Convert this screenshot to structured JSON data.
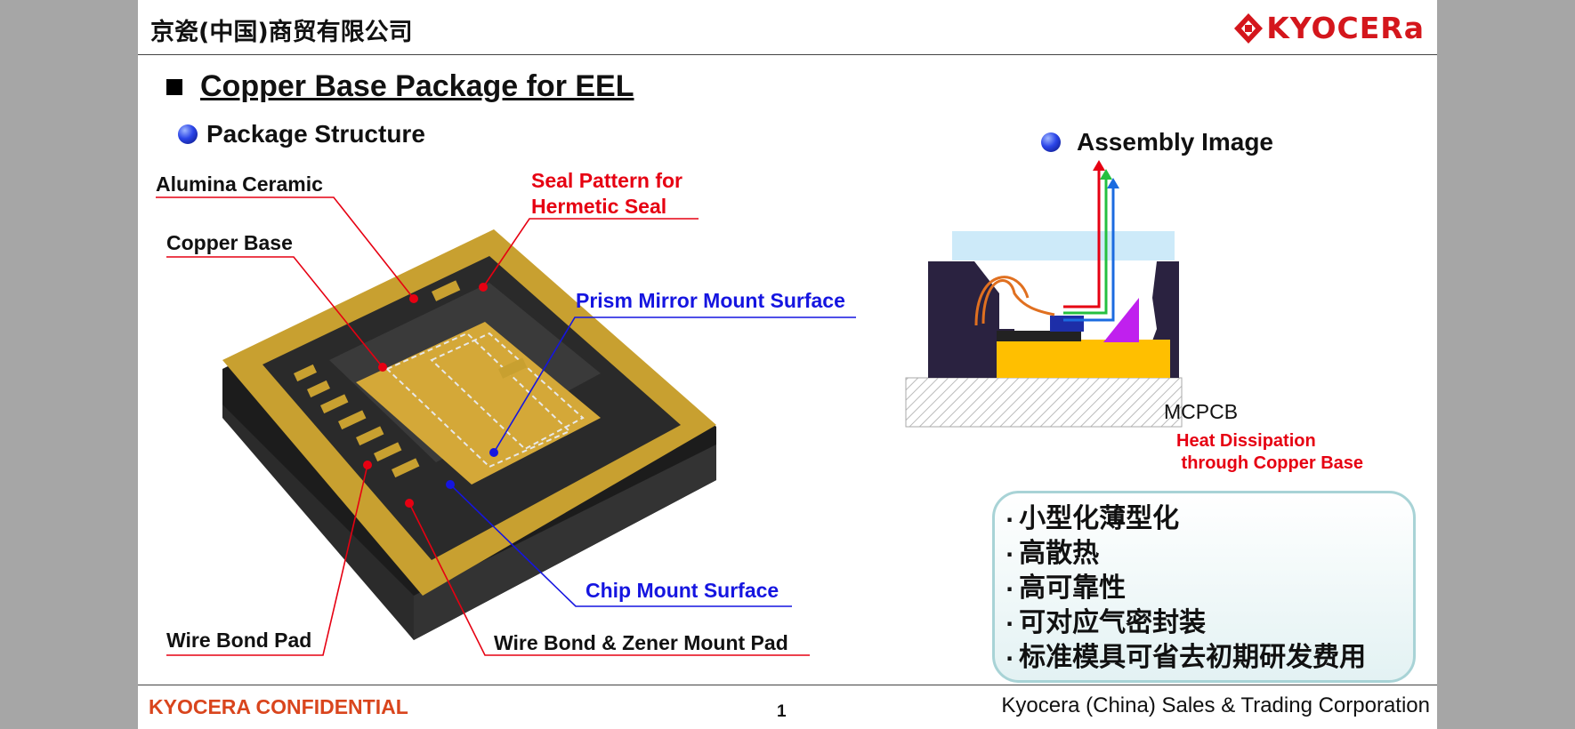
{
  "header": {
    "company_cn": "京瓷(中国)商贸有限公司",
    "logo_text": "KYOCERa"
  },
  "title": "Copper Base Package for EEL",
  "sections": {
    "structure": "Package Structure",
    "assembly": "Assembly Image"
  },
  "labels": {
    "alumina": "Alumina Ceramic",
    "copper_base": "Copper Base",
    "seal_line1": "Seal Pattern for",
    "seal_line2": "Hermetic Seal",
    "prism": "Prism Mirror Mount Surface",
    "chip": "Chip Mount Surface",
    "wire_bond": "Wire Bond Pad",
    "wire_zener": "Wire Bond & Zener Mount Pad"
  },
  "assembly": {
    "mcpcb": "MCPCB",
    "heat_line1": "Heat Dissipation",
    "heat_line2": " through Copper Base"
  },
  "features": [
    "小型化薄型化",
    "高散热",
    "高可靠性",
    "可对应气密封装",
    "标准模具可省去初期研发费用"
  ],
  "footer": {
    "confidential": "KYOCERA CONFIDENTIAL",
    "page": "1",
    "corporation": "Kyocera (China) Sales & Trading Corporation"
  },
  "colors": {
    "red": "#e60012",
    "blue": "#1515e0",
    "gold": "#c8a030",
    "accent_orange": "#d9451d"
  },
  "icons": [
    "kyocera-logo-icon",
    "square-bullet-icon",
    "blue-ball-bullet-icon"
  ]
}
